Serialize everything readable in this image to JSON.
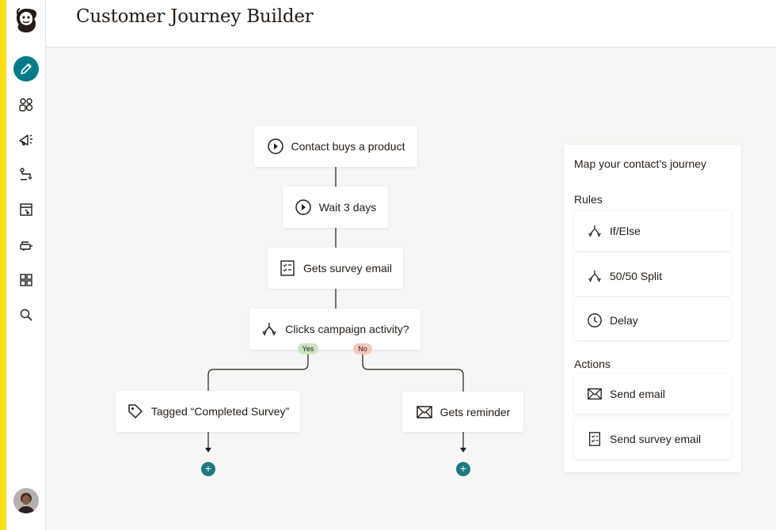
{
  "header": {
    "title": "Customer Journey Builder"
  },
  "sidebar": {
    "items": [
      {
        "name": "create-icon"
      },
      {
        "name": "audience-icon"
      },
      {
        "name": "campaigns-icon"
      },
      {
        "name": "automations-icon"
      },
      {
        "name": "website-icon"
      },
      {
        "name": "integrations-icon"
      },
      {
        "name": "content-icon"
      },
      {
        "name": "search-icon"
      }
    ]
  },
  "journey": {
    "trigger": "Contact buys a product",
    "wait": "Wait 3 days",
    "survey": "Gets survey email",
    "condition": "Clicks campaign activity?",
    "yes_label": "Yes",
    "no_label": "No",
    "yes_branch": "Tagged “Completed Survey”",
    "no_branch": "Gets reminder",
    "add_symbol": "+"
  },
  "panel": {
    "title": "Map your contact’s journey",
    "rules_heading": "Rules",
    "rules": [
      "If/Else",
      "50/50 Split",
      "Delay"
    ],
    "actions_heading": "Actions",
    "actions": [
      "Send email",
      "Send survey email"
    ]
  },
  "colors": {
    "accent": "#007c89",
    "brand_yellow": "#ffe01b",
    "yes": "#c8e6c0",
    "no": "#f7c8b8"
  }
}
